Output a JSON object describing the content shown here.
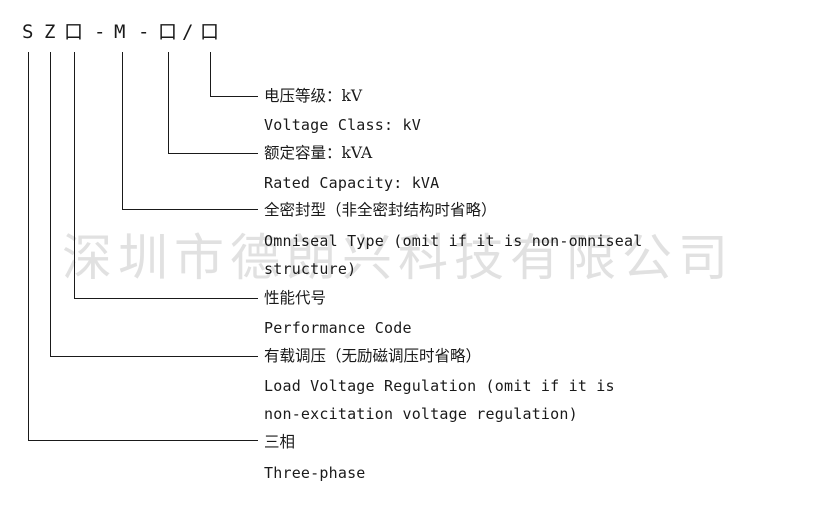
{
  "model_code": {
    "chars": [
      "S",
      "Z",
      "口",
      "-",
      "M",
      "-",
      "口",
      "/",
      "口"
    ]
  },
  "watermark": "深圳市德朗兴科技有限公司",
  "entries": [
    {
      "zh": "电压等级：kV",
      "en": [
        "Voltage Class: kV"
      ]
    },
    {
      "zh": "额定容量：kVA",
      "en": [
        "Rated Capacity: kVA"
      ]
    },
    {
      "zh": "全密封型（非全密封结构时省略）",
      "en": [
        "Omniseal Type (omit if it is non-omniseal",
        "structure)"
      ]
    },
    {
      "zh": "性能代号",
      "en": [
        "Performance Code"
      ]
    },
    {
      "zh": "有载调压（无励磁调压时省略）",
      "en": [
        "Load Voltage Regulation (omit if it is",
        "non-excitation voltage regulation)"
      ]
    },
    {
      "zh": "三相",
      "en": [
        "Three-phase"
      ]
    }
  ]
}
